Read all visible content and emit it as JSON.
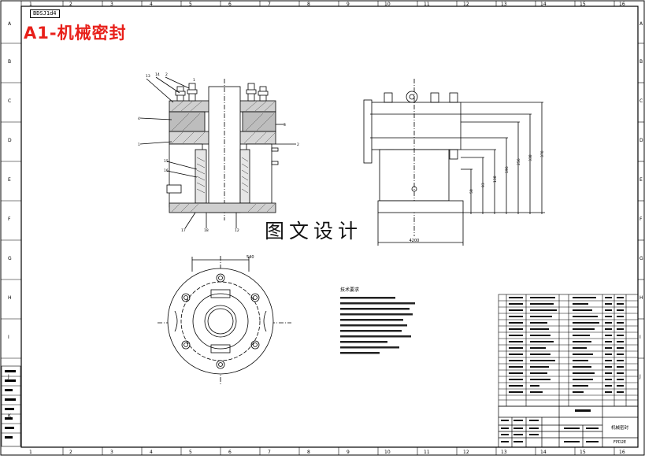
{
  "title": "A1-机械密封",
  "watermark": "图文设计",
  "drawing_number_box": "BDSJ1d4",
  "frame": {
    "col_numbers": [
      "1",
      "2",
      "3",
      "4",
      "5",
      "6",
      "7",
      "8",
      "9",
      "10",
      "11",
      "12",
      "13",
      "14",
      "15",
      "16"
    ],
    "row_letters": [
      "A",
      "B",
      "C",
      "D",
      "E",
      "F",
      "G",
      "H",
      "I",
      "J",
      "K"
    ]
  },
  "dimensions": {
    "width_bottom": "4200",
    "flange_dim": "540"
  },
  "notes_title": "技术要求",
  "title_block": {
    "part_name": "机械密封",
    "drawing_code": "FPD2E"
  }
}
